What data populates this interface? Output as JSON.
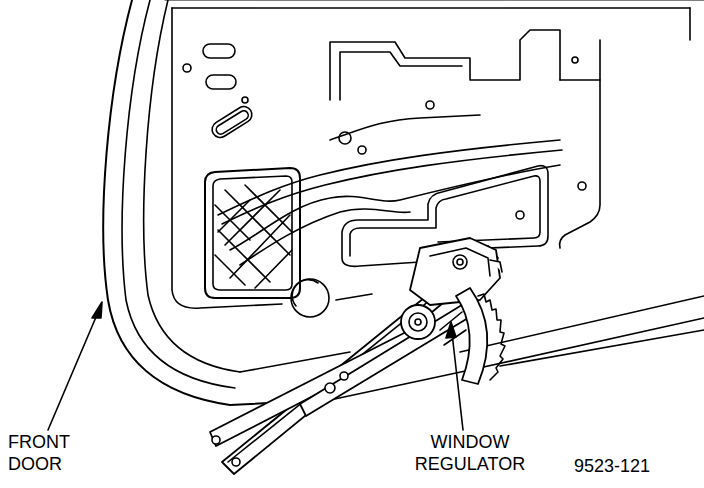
{
  "diagram": {
    "labels": [
      "FRONT DOOR",
      "WINDOW REGULATOR",
      "9523-121"
    ]
  }
}
